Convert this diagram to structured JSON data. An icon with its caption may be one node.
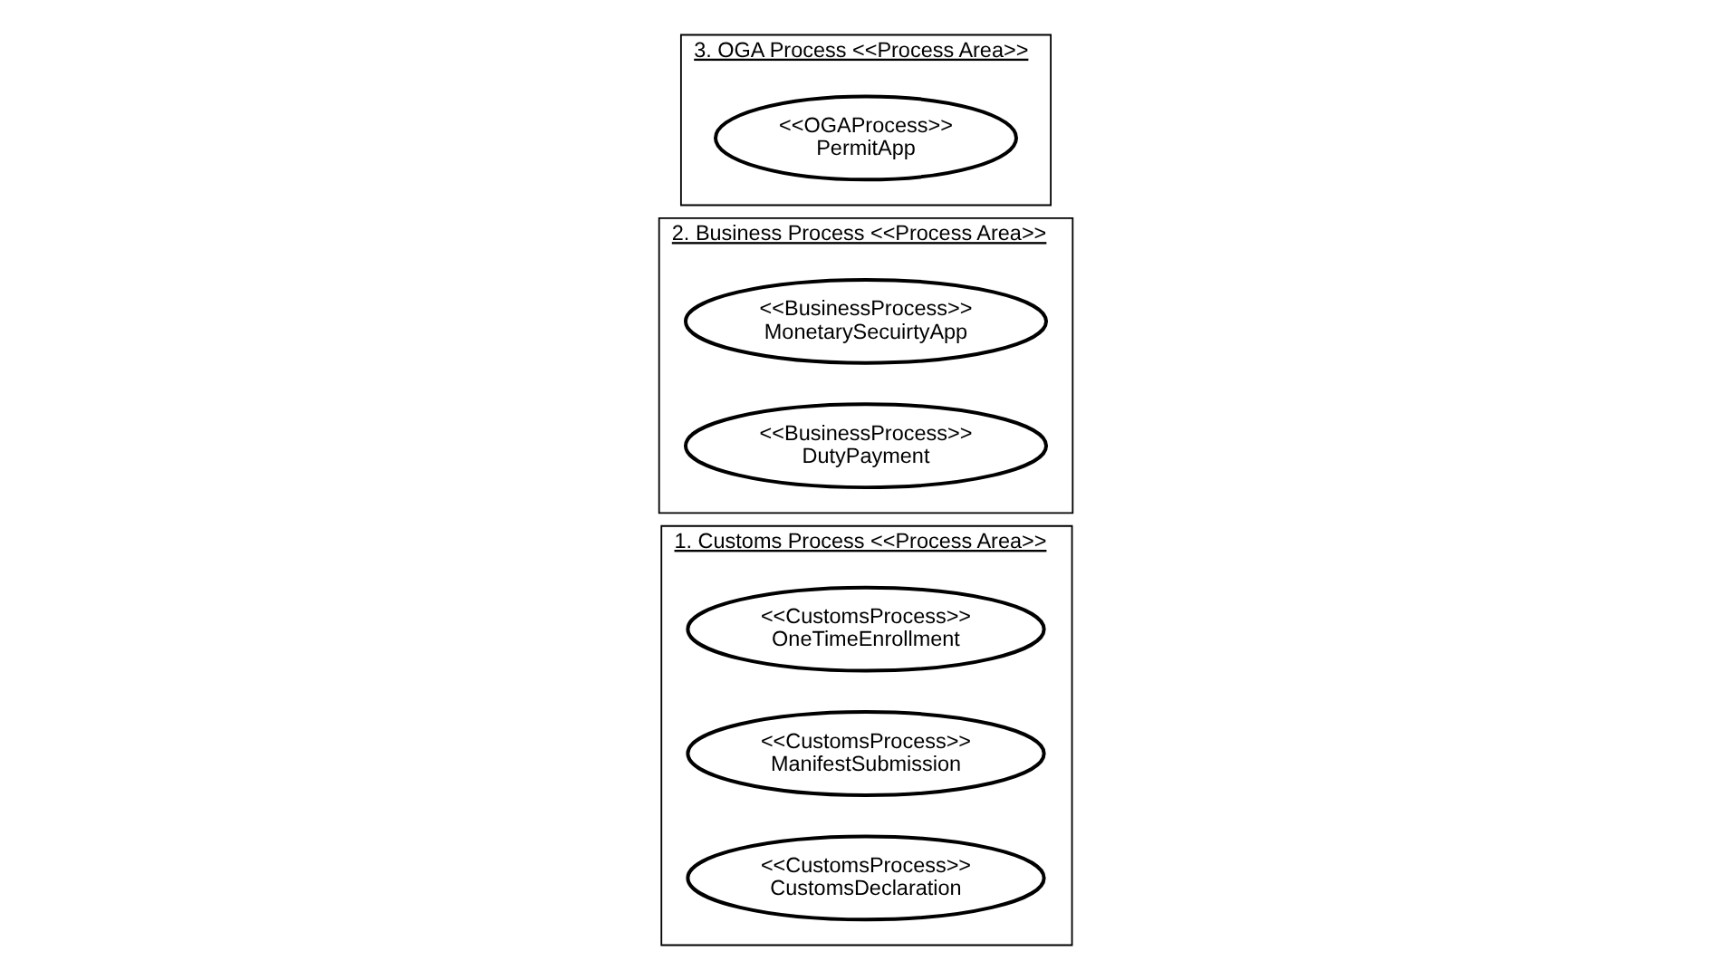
{
  "diagram": {
    "nodes": [
      {
        "text": [
          "1. Customs Process <<Process Area>>"
        ]
      },
      {
        "text": [
          "<<CustomsProcess>>",
          "OneTimeEnrollment"
        ],
        "in": 0
      },
      {
        "text": [
          "<<CustomsProcess>>",
          "ManifestSubmission"
        ],
        "in": 0
      },
      {
        "text": [
          "<<CustomsProcess>>",
          "CustomsDeclaration"
        ],
        "in": 0
      },
      {
        "text": [
          "2. Business Process <<Process Area>>"
        ]
      },
      {
        "text": [
          "<<BusinessProcess>>",
          "MonetarySecuirtyApp"
        ],
        "in": 4
      },
      {
        "text": [
          "<<BusinessProcess>>",
          "DutyPayment"
        ],
        "in": 4
      },
      {
        "text": [
          "3. OGA Process <<Process Area>>"
        ]
      },
      {
        "text": [
          "<<OGAProcess>>",
          "PermitApp"
        ],
        "in": 7
      }
    ]
  }
}
